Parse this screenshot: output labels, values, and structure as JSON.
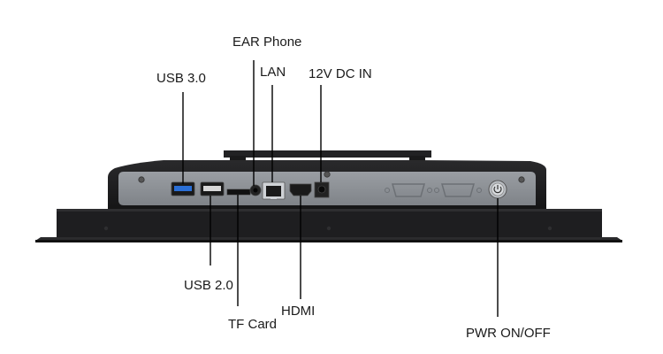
{
  "labels": {
    "ear_phone": "EAR Phone",
    "usb3": "USB 3.0",
    "lan": "LAN",
    "dc_in": "12V DC  IN",
    "usb2": "USB 2.0",
    "tf_card": "TF Card",
    "hdmi": "HDMI",
    "pwr": "PWR ON/OFF"
  },
  "colors": {
    "chassis": "#1d1d1f",
    "io_panel": "#8d9196",
    "usb3_accent": "#2a6fd6",
    "leader_line": "#000000"
  }
}
